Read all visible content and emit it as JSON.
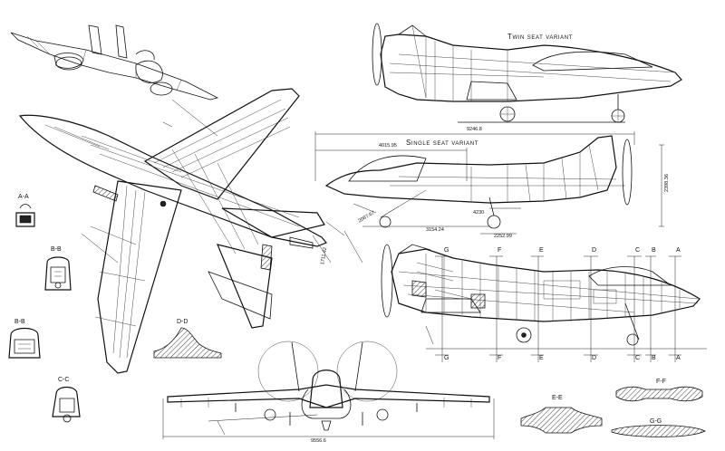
{
  "titles": {
    "twin_seat": "Twin seat variant",
    "single_seat": "Single seat variant"
  },
  "section_labels": {
    "aa": "A-A",
    "bb": "B-B",
    "b_b_lower": "B-B",
    "cc": "C-C",
    "dd": "D-D",
    "ee": "E-E",
    "ff": "F-F",
    "gg": "G-G"
  },
  "station_letters": [
    "G",
    "F",
    "E",
    "D",
    "C",
    "B",
    "A"
  ],
  "dimensions": {
    "overall_length": "9246.8",
    "wing_root_pos": "4015.95",
    "height": "2398.36",
    "gear_height": "2087.67",
    "wheelbase": "3154.24",
    "gear_offset": "4230",
    "nose_wheel": "2252.99",
    "span": "9556.6",
    "chord": "1711.42"
  }
}
